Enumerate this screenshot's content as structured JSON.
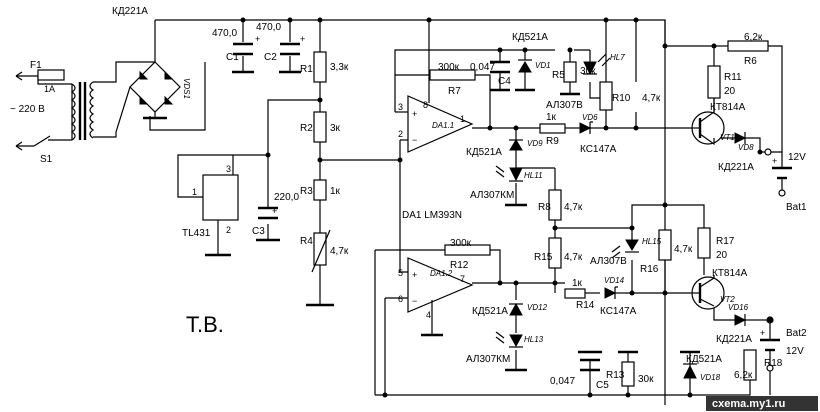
{
  "labels": {
    "F1": "F1",
    "F1_rating": "1A",
    "mains": "~ 220 В",
    "S1": "S1",
    "bridge_type": "КД221А",
    "bridge_ref": "VDS1",
    "C1": "C1",
    "C1_val": "470,0",
    "C2": "C2",
    "C2_val": "470,0",
    "C3": "C3",
    "C3_val": "220,0",
    "C4": "C4",
    "C4_val": "0,047",
    "C5": "C5",
    "C5_val": "0,047",
    "R1": "R1",
    "R1_val": "3,3к",
    "R2": "R2",
    "R2_val": "3к",
    "R3": "R3",
    "R3_val": "1к",
    "R4": "R4",
    "R4_val": "4,7к",
    "R5": "R5",
    "R5_val": "30к",
    "R6": "R6",
    "R6_val": "6,2к",
    "R7": "R7",
    "R7_val": "300к",
    "R8": "R8",
    "R8_val": "4,7к",
    "R9": "R9",
    "R9_val": "1к",
    "R10": "R10",
    "R10_val": "4,7к",
    "R11": "R11",
    "R11_val": "20",
    "R12": "R12",
    "R12_val": "300к",
    "R13": "R13",
    "R13_val": "30к",
    "R14": "R14",
    "R14_val": "1к",
    "R15": "R15",
    "R15_val": "4,7к",
    "R16": "R16",
    "R16_val": "4,7к",
    "R17": "R17",
    "R17_val": "20",
    "R18": "R18",
    "R18_val": "6,2к",
    "U1": "TL431",
    "U1_pin1": "1",
    "U1_pin2": "2",
    "U1_pin3": "3",
    "DA11": "DA1.1",
    "DA12": "DA1.2",
    "DA1": "DA1 LM393N",
    "pin3": "3",
    "pin8": "8",
    "pin1": "1",
    "pin2": "2",
    "pin5": "5",
    "pin6": "6",
    "pin7": "7",
    "pin4": "4",
    "VD1": "VD1",
    "VD1_type": "КД521А",
    "VD6": "VD6",
    "VD6_type": "КС147А",
    "VD8": "VD8",
    "VD8_type": "КД221А",
    "VD9": "VD9",
    "VD9_type": "КД521А",
    "VD12": "VD12",
    "VD12_type": "КД521А",
    "VD14": "VD14",
    "VD14_type": "КС147А",
    "VD16": "VD16",
    "VD16_type": "КД221А",
    "VD18": "VD18",
    "VD18_type": "КД521А",
    "HL7": "HL7",
    "HL7_type": "АЛ307В",
    "HL11": "HL11",
    "HL11_type": "АЛ307КМ",
    "HL13": "HL13",
    "HL13_type": "АЛ307КМ",
    "HL15": "HL15",
    "HL15_type": "АЛ307В",
    "VT1": "VT1",
    "VT1_type": "КТ814А",
    "VT2": "VT2",
    "VT2_type": "КТ814А",
    "Bat1": "Bat1",
    "Bat1_v": "12V",
    "Bat2": "Bat2",
    "Bat2_v": "12V",
    "author": "Т.В.",
    "site": "cxema.my1.ru"
  }
}
